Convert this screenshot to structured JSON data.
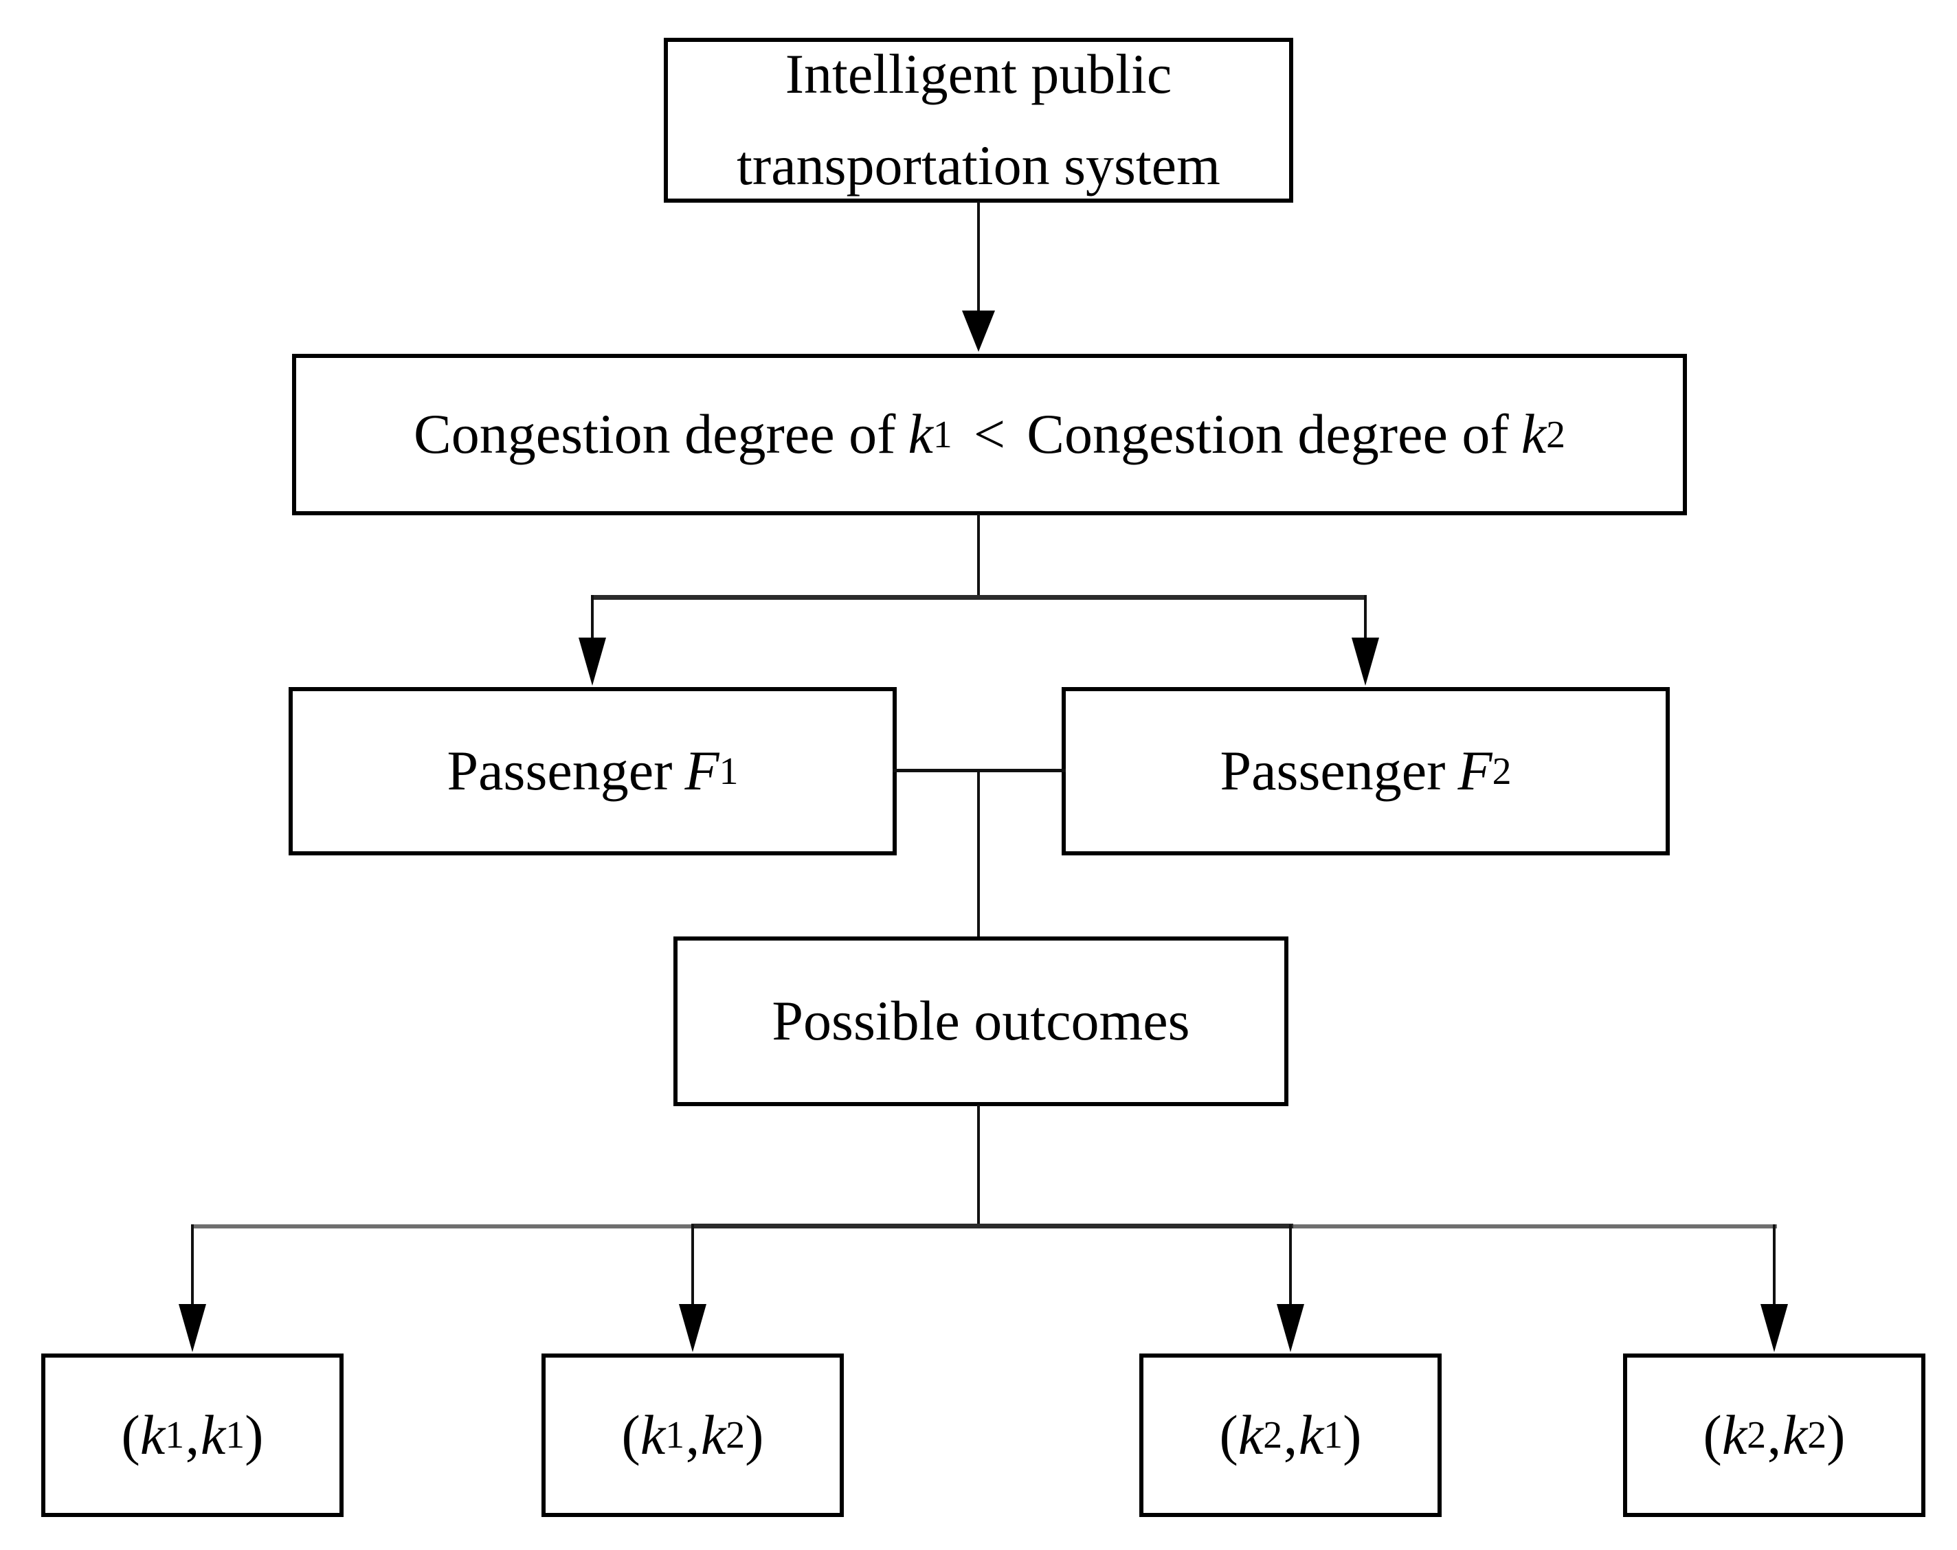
{
  "diagram": {
    "colors": {
      "background": "#ffffff",
      "line": "#000000",
      "text": "#000000"
    },
    "nodes": {
      "root": {
        "lines": [
          "Intelligent public",
          "transportation system"
        ]
      },
      "congestion": {
        "left_text": "Congestion degree of",
        "left_var": "k",
        "left_sub": "1",
        "operator": "<",
        "right_text": "Congestion degree of",
        "right_var": "k",
        "right_sub": "2"
      },
      "passenger1": {
        "label": "Passenger",
        "var": "F",
        "sub": "1"
      },
      "passenger2": {
        "label": "Passenger",
        "var": "F",
        "sub": "2"
      },
      "outcomes": {
        "label": "Possible outcomes"
      },
      "results": [
        {
          "open": "(",
          "var1": "k",
          "sub1": "1",
          "sep": ",",
          "var2": "k",
          "sub2": "1",
          "close": ")"
        },
        {
          "open": "(",
          "var1": "k",
          "sub1": "1",
          "sep": ",",
          "var2": "k",
          "sub2": "2",
          "close": ")"
        },
        {
          "open": "(",
          "var1": "k",
          "sub1": "2",
          "sep": ",",
          "var2": "k",
          "sub2": "1",
          "close": ")"
        },
        {
          "open": "(",
          "var1": "k",
          "sub1": "2",
          "sep": ",",
          "var2": "k",
          "sub2": "2",
          "close": ")"
        }
      ]
    }
  }
}
